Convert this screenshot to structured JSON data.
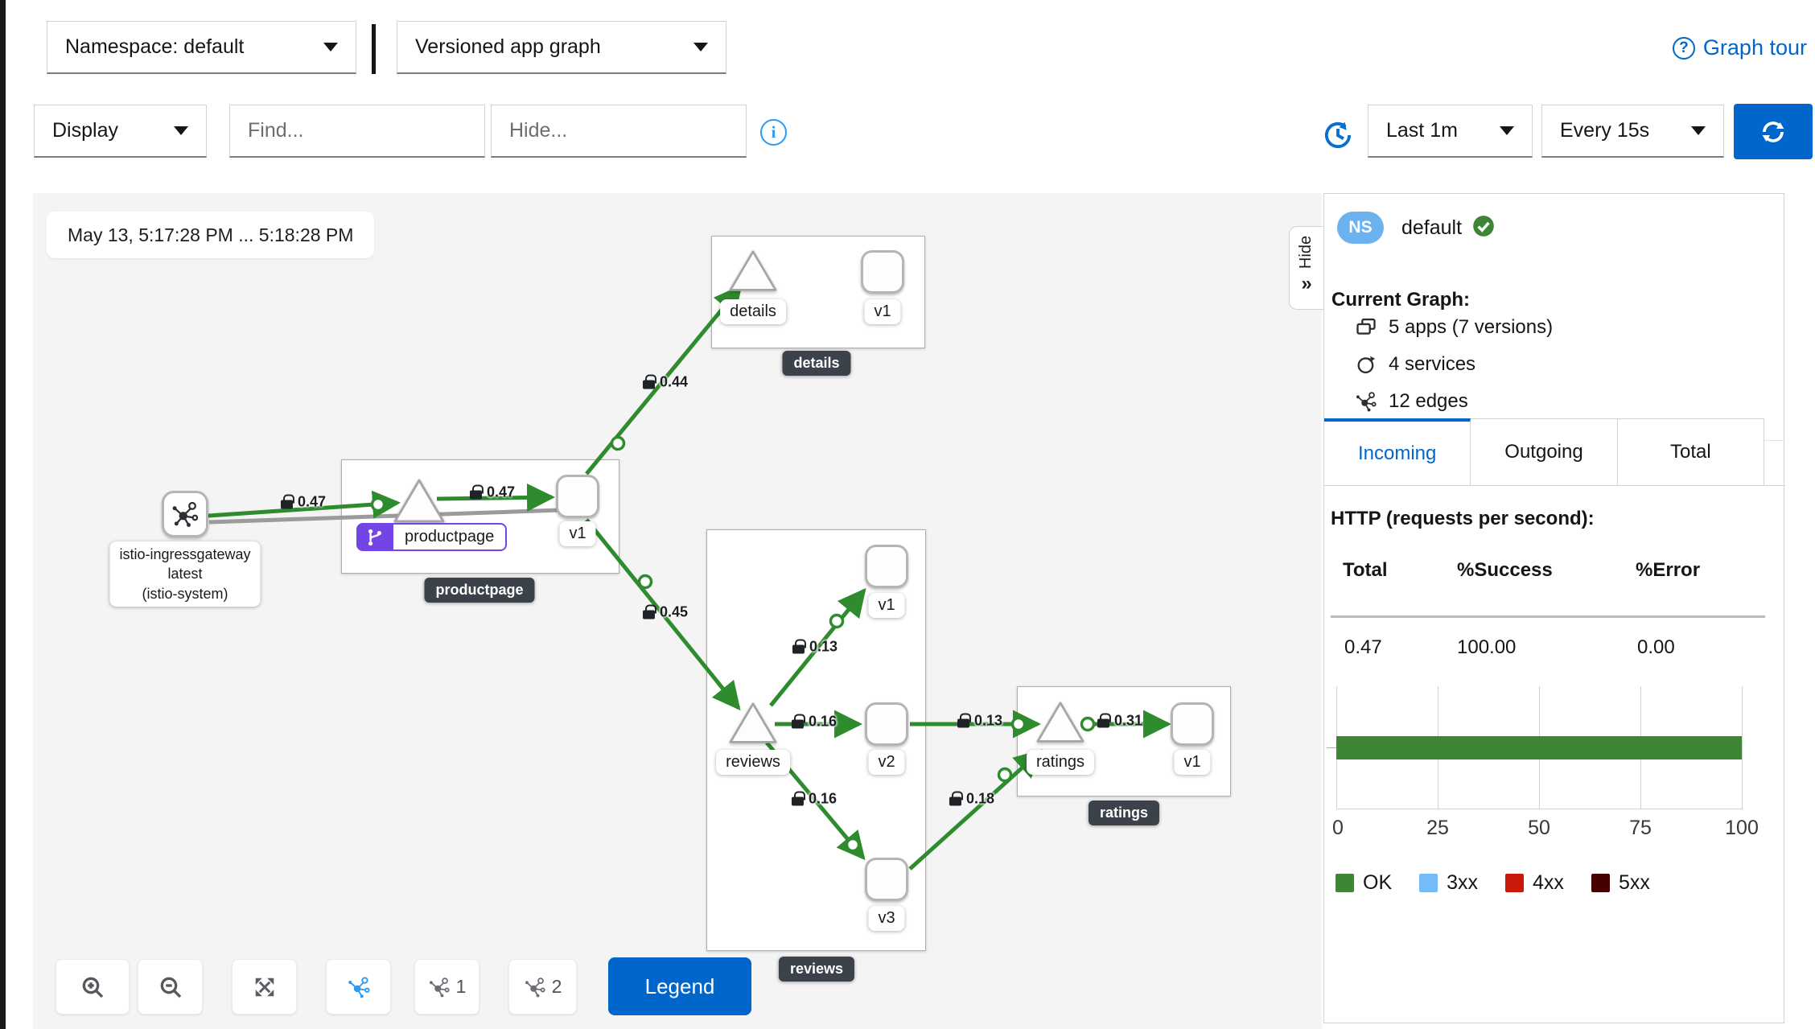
{
  "colors": {
    "accent": "#0066CC",
    "info_icon_blue": "#2B9AF3",
    "edge_green": "#2E8B2E",
    "success_green": "#3E8635",
    "selected_purple": "#7445E6",
    "ns_badge_blue": "#6CB2F0",
    "group_badge_dark": "#3c4249"
  },
  "topbar": {
    "namespace_select": "Namespace: default",
    "graph_type_select": "Versioned app graph",
    "graph_tour": "Graph tour"
  },
  "toolbar": {
    "display": "Display",
    "find_placeholder": "Find...",
    "hide_placeholder": "Hide...",
    "time_range": "Last 1m",
    "refresh_interval": "Every 15s"
  },
  "graph": {
    "timestamp": "May 13, 5:17:28 PM ... 5:18:28 PM",
    "hide_tab": "Hide",
    "hide_chevron": "»",
    "nodes": {
      "gateway": {
        "line1": "istio-ingressgateway",
        "line2": "latest",
        "line3": "(istio-system)"
      },
      "productpage": {
        "app": "productpage",
        "version": "v1"
      },
      "details": {
        "service": "details",
        "version": "v1"
      },
      "reviews": {
        "service": "reviews",
        "v1": "v1",
        "v2": "v2",
        "v3": "v3"
      },
      "ratings": {
        "service": "ratings",
        "version": "v1"
      }
    },
    "group_labels": {
      "productpage": "productpage",
      "details": "details",
      "reviews": "reviews",
      "ratings": "ratings"
    },
    "edges": [
      {
        "id": "gateway-to-productpage",
        "label": "0.47"
      },
      {
        "id": "productpage-to-v1",
        "label": "0.47"
      },
      {
        "id": "productpage-to-details",
        "label": "0.44"
      },
      {
        "id": "productpage-to-reviews",
        "label": "0.45"
      },
      {
        "id": "reviews-to-v1",
        "label": "0.13"
      },
      {
        "id": "reviews-to-v2",
        "label": "0.16"
      },
      {
        "id": "reviews-to-v3",
        "label": "0.16"
      },
      {
        "id": "reviews-v2-to-ratings",
        "label": "0.13"
      },
      {
        "id": "reviews-v3-to-ratings",
        "label": "0.18"
      },
      {
        "id": "ratings-to-v1",
        "label": "0.31"
      }
    ]
  },
  "footer": {
    "legend": "Legend",
    "layout1": "1",
    "layout2": "2"
  },
  "side_panel": {
    "ns_badge": "NS",
    "namespace": "default",
    "current_graph_title": "Current Graph:",
    "stats": [
      {
        "icon": "applications-icon",
        "label": "5 apps (7 versions)"
      },
      {
        "icon": "services-icon",
        "label": "4 services"
      },
      {
        "icon": "edges-icon",
        "label": "12 edges"
      }
    ],
    "tabs": [
      {
        "label": "Incoming",
        "active": true
      },
      {
        "label": "Outgoing",
        "active": false
      },
      {
        "label": "Total",
        "active": false
      }
    ],
    "http_title": "HTTP (requests per second):",
    "table": {
      "headers": [
        "Total",
        "%Success",
        "%Error"
      ],
      "row": [
        "0.47",
        "100.00",
        "0.00"
      ]
    },
    "chart_data": {
      "type": "bar",
      "orientation": "horizontal",
      "title": "",
      "xlabel": "",
      "ylabel": "",
      "xlim": [
        0,
        100
      ],
      "grid": true,
      "ticks": [
        "0",
        "25",
        "50",
        "75",
        "100"
      ],
      "series": [
        {
          "name": "OK",
          "value": 100,
          "color": "#3E8635"
        },
        {
          "name": "3xx",
          "value": 0,
          "color": "#73BCF7"
        },
        {
          "name": "4xx",
          "value": 0,
          "color": "#C9190B"
        },
        {
          "name": "5xx",
          "value": 0,
          "color": "#470000"
        }
      ],
      "legend": [
        "OK",
        "3xx",
        "4xx",
        "5xx"
      ],
      "legend_position": "bottom"
    }
  }
}
